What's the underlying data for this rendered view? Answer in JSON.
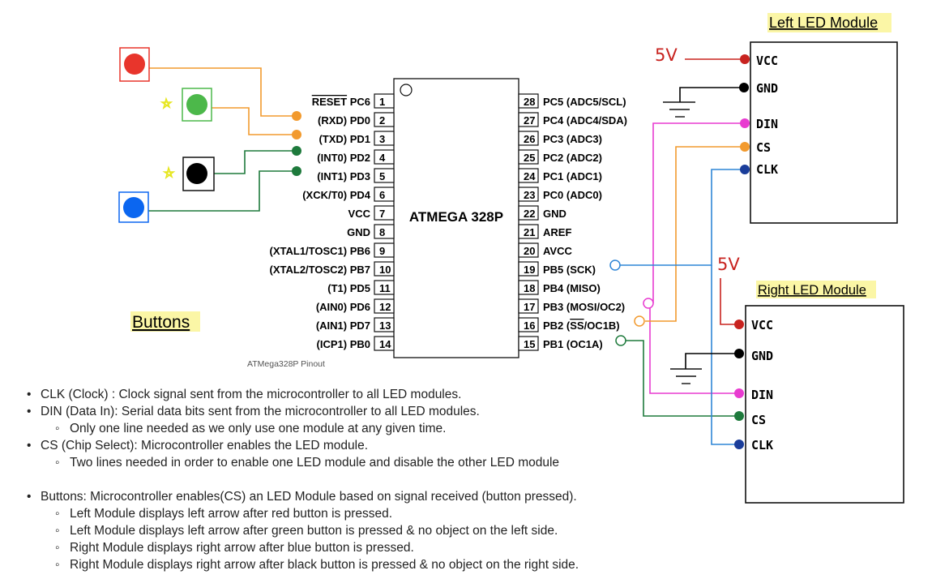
{
  "chip": {
    "name": "ATMEGA 328P",
    "caption": "ATMega328P Pinout",
    "left_pins": [
      {
        "label": "PC6",
        "overline": "RESET",
        "num": "1"
      },
      {
        "label": "(RXD) PD0",
        "num": "2"
      },
      {
        "label": "(TXD) PD1",
        "num": "3"
      },
      {
        "label": "(INT0) PD2",
        "num": "4"
      },
      {
        "label": "(INT1) PD3",
        "num": "5"
      },
      {
        "label": "(XCK/T0) PD4",
        "num": "6"
      },
      {
        "label": "VCC",
        "num": "7"
      },
      {
        "label": "GND",
        "num": "8"
      },
      {
        "label": "(XTAL1/TOSC1) PB6",
        "num": "9"
      },
      {
        "label": "(XTAL2/TOSC2) PB7",
        "num": "10"
      },
      {
        "label": "(T1) PD5",
        "num": "11"
      },
      {
        "label": "(AIN0) PD6",
        "num": "12"
      },
      {
        "label": "(AIN1) PD7",
        "num": "13"
      },
      {
        "label": "(ICP1) PB0",
        "num": "14"
      }
    ],
    "right_pins": [
      {
        "num": "28",
        "label": "PC5 (ADC5/SCL)"
      },
      {
        "num": "27",
        "label": "PC4 (ADC4/SDA)"
      },
      {
        "num": "26",
        "label": "PC3 (ADC3)"
      },
      {
        "num": "25",
        "label": "PC2 (ADC2)"
      },
      {
        "num": "24",
        "label": "PC1 (ADC1)"
      },
      {
        "num": "23",
        "label": "PC0 (ADC0)"
      },
      {
        "num": "22",
        "label": "GND"
      },
      {
        "num": "21",
        "label": "AREF"
      },
      {
        "num": "20",
        "label": "AVCC"
      },
      {
        "num": "19",
        "label": "PB5 (SCK)"
      },
      {
        "num": "18",
        "label": "PB4 (MISO)"
      },
      {
        "num": "17",
        "label": "PB3 (MOSI/OC2)"
      },
      {
        "num": "16",
        "label": "PB2 (SS/OC1B)",
        "pre": "PB2 (",
        "overline": "SS",
        "post": "/OC1B)"
      },
      {
        "num": "15",
        "label": "PB1 (OC1A)"
      }
    ]
  },
  "buttons_label": "Buttons",
  "button_colors": {
    "red": "#e8352c",
    "green": "#4cb84a",
    "black": "#000000",
    "blue": "#0b66f0"
  },
  "wire_colors": {
    "orange": "#f29a2e",
    "dark_green": "#1e7a3c",
    "blue": "#2f86d6",
    "magenta": "#e83bd0",
    "red": "#c8231f",
    "black": "#000000",
    "star": "#e6e61e"
  },
  "left_module": {
    "title": "Left LED Module",
    "vcc_label": "5V",
    "pins": [
      "VCC",
      "GND",
      "DIN",
      "CS",
      "CLK"
    ]
  },
  "right_module": {
    "title": "Right LED Module",
    "vcc_label": "5V",
    "pins": [
      "VCC",
      "GND",
      "DIN",
      "CS",
      "CLK"
    ]
  },
  "notes": [
    {
      "level": 1,
      "text": "CLK (Clock) : Clock signal sent from the microcontroller to all LED modules."
    },
    {
      "level": 1,
      "text": "DIN (Data In): Serial data bits sent from the microcontroller to all LED modules."
    },
    {
      "level": 2,
      "text": "Only one line needed as we only use one module at any given time."
    },
    {
      "level": 1,
      "text": "CS (Chip Select): Microcontroller enables the LED module."
    },
    {
      "level": 2,
      "text": "Two lines needed in order to enable one LED module and disable the other LED module"
    },
    {
      "level": 0,
      "text": ""
    },
    {
      "level": 1,
      "text": "Buttons: Microcontroller enables(CS) an LED Module based on signal received (button pressed)."
    },
    {
      "level": 2,
      "text": "Left Module displays left arrow after red button is pressed."
    },
    {
      "level": 2,
      "text": "Left Module displays left arrow after green button is pressed & no object on the left side."
    },
    {
      "level": 2,
      "text": "Right Module displays right arrow after blue button is pressed."
    },
    {
      "level": 2,
      "text": "Right Module displays right arrow after black button is pressed & no object on the right side."
    }
  ]
}
